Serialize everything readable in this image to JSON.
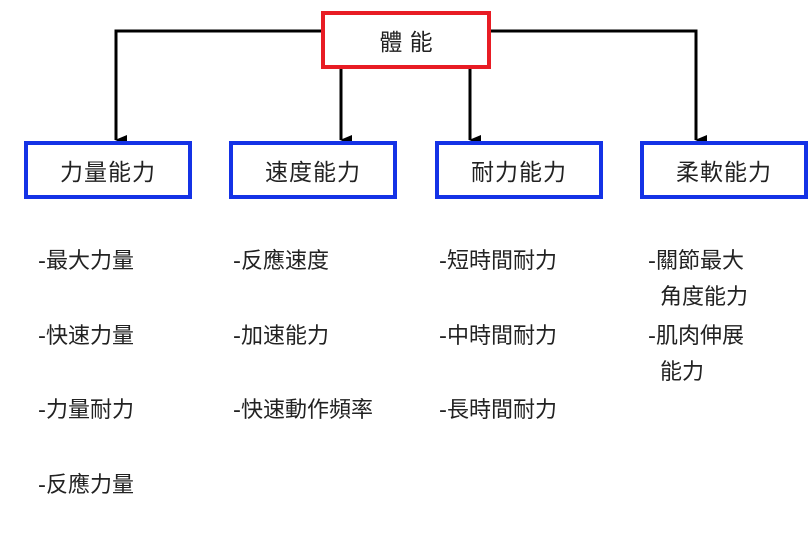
{
  "root": {
    "label": "體 能"
  },
  "categories": [
    {
      "label": "力量能力",
      "items": [
        "-最大力量",
        "-快速力量",
        "-力量耐力",
        "-反應力量"
      ]
    },
    {
      "label": "速度能力",
      "items": [
        "-反應速度",
        "-加速能力",
        "-快速動作頻率"
      ]
    },
    {
      "label": "耐力能力",
      "items": [
        "-短時間耐力",
        "-中時間耐力",
        "-長時間耐力"
      ]
    },
    {
      "label": "柔軟能力",
      "items": [
        [
          "-關節最大",
          "角度能力"
        ],
        [
          "-肌肉伸展",
          "能力"
        ]
      ]
    }
  ],
  "colors": {
    "root_border": "#e81c24",
    "category_border": "#1432e6",
    "connector": "#000000"
  }
}
